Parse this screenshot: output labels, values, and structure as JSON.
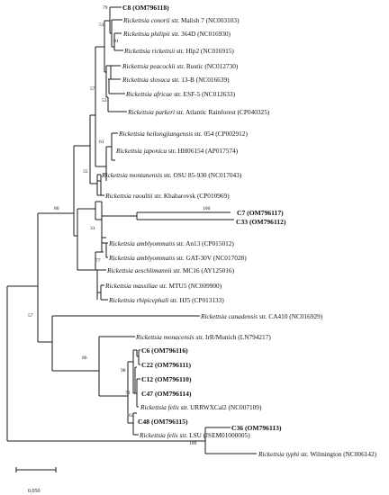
{
  "taxa": {
    "c8": "C8 (OM796118)",
    "conorii": {
      "genus": "Rickettsia conorii",
      "rest": " str. Malish 7 (NC003103)"
    },
    "philipii": {
      "genus": "Rickettsia philipii",
      "rest": " str. 364D (NC016930)"
    },
    "rickettsii": {
      "genus": "Rickettsia rickettsii",
      "rest": " str. Hlp2 (NC016915)"
    },
    "peacockii": {
      "genus": "Rickettsia peacockii",
      "rest": " str. Rustic (NC012730)"
    },
    "slovaca": {
      "genus": "Rickettsia slovaca",
      "rest": " str. 13-B (NC016639)"
    },
    "africae": {
      "genus": "Rickettsia africae",
      "rest": " str. ESF-5 (NC012633)"
    },
    "parkeri": {
      "genus": "Rickettsia parkeri",
      "rest": " str. Atlantic Rainforest (CP040325)"
    },
    "heilongjiangensis": {
      "genus": "Rickettsia heilongjiangensis",
      "rest": " str. 054 (CP002912)"
    },
    "japonica": {
      "genus": "Rickettsia japonica",
      "rest": " str. HH06154 (AP017574)"
    },
    "montanensis": {
      "genus": "Rickettsia montanensis",
      "rest": " str. OSU 85-930 (NC017043)"
    },
    "raoultii": {
      "genus": "Rickettsia raoultii",
      "rest": " str. Khabarovsk (CP010969)"
    },
    "c7": "C7 (OM796117)",
    "c33": "C33 (OM796112)",
    "amblyommatis_an13": {
      "genus": "Rickettsia amblyommatis",
      "rest": " str. An13 (CP015012)"
    },
    "amblyommatis_gat": {
      "genus": "Rickettsia amblyommatis",
      "rest": " str. GAT-30V (NC017028)"
    },
    "aeschlimannii": {
      "genus": "Rickettsia aeschlimannii",
      "rest": " str. MC16 (AY125016)"
    },
    "massiliae": {
      "genus": "Rickettsia massiliae",
      "rest": " str. MTU5 (NC009900)"
    },
    "rhipicephali": {
      "genus": "Rickettsia rhipicephali",
      "rest": " str. HJ5 (CP013133)"
    },
    "canadensis": {
      "genus": "Rickettsia canadensis",
      "rest": " str. CA410 (NC016929)"
    },
    "monacensis": {
      "genus": "Rickettsia monacensis",
      "rest": " str. IrR/Munich (LN794217)"
    },
    "c6": "C6 (OM796116)",
    "c22": "C22 (OM796111)",
    "c12": "C12 (OM796110)",
    "c47": "C47 (OM796114)",
    "felis_urr": {
      "genus": "Rickettsia felis",
      "rest": " str. URRWXCal2 (NC007109)"
    },
    "c48": "C48 (OM796115)",
    "felis_lsu": {
      "genus": "Rickettsia felis",
      "rest": " str. LSU (JSEM01000005)"
    },
    "c36": "C36 (OM796113)",
    "typhi": {
      "genus": "Rickettsia typhi",
      "rest": " str. Wilmington (NC006142)"
    }
  },
  "bootstrap": {
    "b79": "79",
    "b51": "51",
    "b91": "91",
    "b57a": "57",
    "b53": "53",
    "b61": "61",
    "b55": "55",
    "b80": "80",
    "b31": "31",
    "b100a": "100",
    "b77": "77",
    "b57b": "57",
    "b86": "86",
    "b98": "98",
    "b72": "72",
    "b62": "62",
    "b100b": "100"
  },
  "scale": {
    "label": "0.050"
  }
}
